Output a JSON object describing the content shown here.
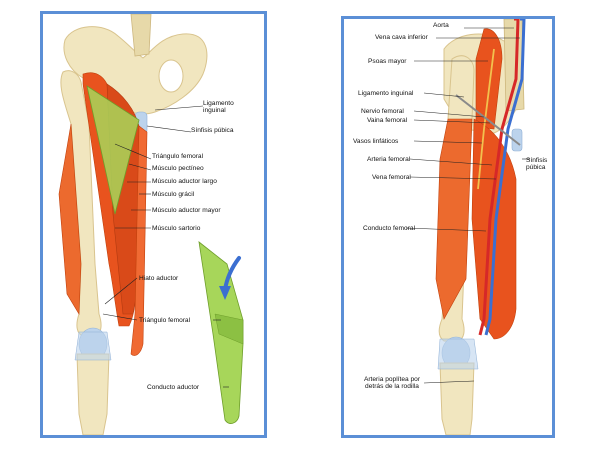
{
  "colors": {
    "frame": "#5b8fd6",
    "muscle": "#e8531e",
    "muscle_dark": "#c2410c",
    "bone": "#f1e6bf",
    "bone_shadow": "#d9c48e",
    "highlight_green": "#a7d65a",
    "cartilage_blue": "#bcd3ec",
    "artery": "#d62828",
    "vein": "#3b6fd1",
    "nerve": "#f2c14e",
    "leader_line": "#222222"
  },
  "left_panel": {
    "labels": {
      "ligamento_inguinal": "Ligamento inguinal",
      "sinfisis_pubica": "Sínfisis púbica",
      "triangulo_femoral": "Triángulo femoral",
      "musculo_pectineo": "Músculo pectíneo",
      "musculo_aductor_largo": "Músculo aductor largo",
      "musculo_gracil": "Músculo grácil",
      "musculo_aductor_mayor": "Músculo aductor mayor",
      "musculo_sartorio": "Músculo sartorio",
      "hiato_aductor": "Hiato aductor",
      "triangulo_femoral_inset": "Triángulo femoral",
      "conducto_aductor": "Conducto aductor"
    }
  },
  "right_panel": {
    "labels": {
      "aorta": "Aorta",
      "vena_cava_inferior": "Vena cava inferior",
      "psoas_mayor": "Psoas mayor",
      "ligamento_inguinal": "Ligamento inguinal",
      "nervio_femoral": "Nervio femoral",
      "vaina_femoral": "Vaina femoral",
      "vasos_linfaticos": "Vasos linfáticos",
      "arteria_femoral": "Arteria femoral",
      "vena_femoral": "Vena femoral",
      "sinfisis_pubica": "Sínfisis púbica",
      "conducto_femoral": "Conducto femoral",
      "arteria_poplitea": "Arteria poplítea por detrás de la rodilla"
    }
  }
}
